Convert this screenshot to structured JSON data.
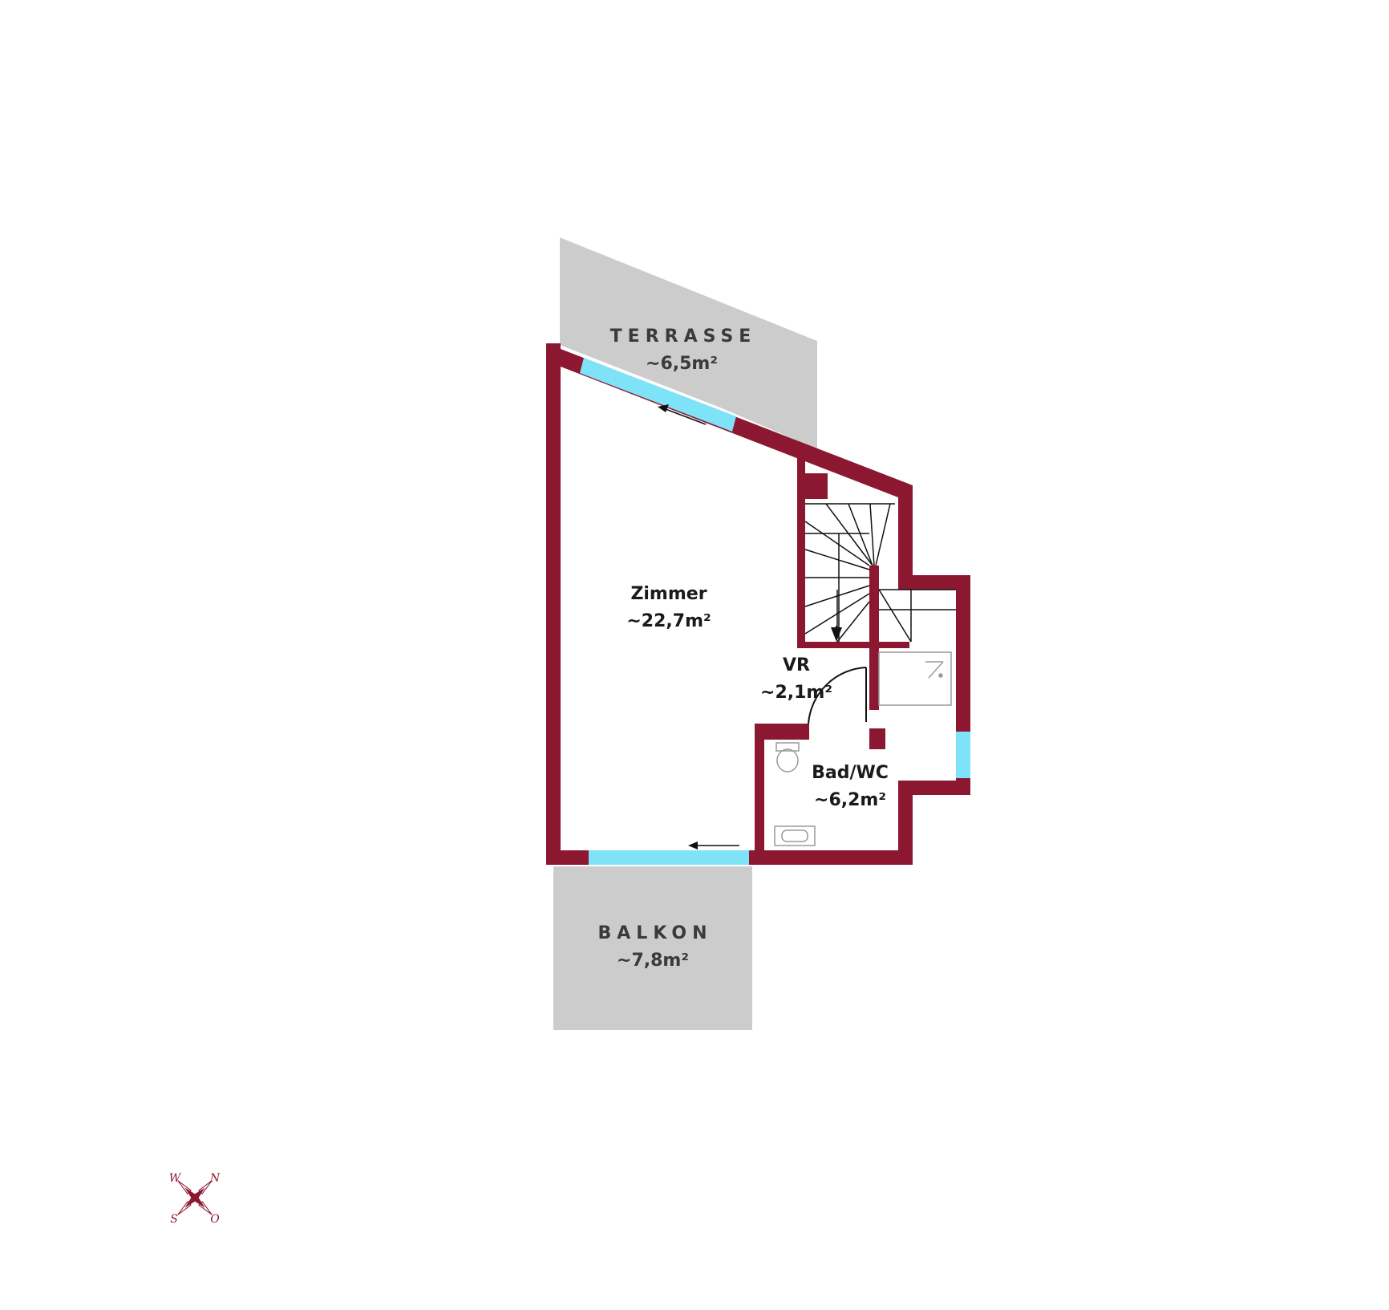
{
  "colors": {
    "wall": "#8c1730",
    "window": "#7fe3f7",
    "outdoor": "#cccccc",
    "background": "#ffffff",
    "text": "#1a1a1a",
    "outdoor_text": "#3a3a3a",
    "compass": "#8c1730"
  },
  "outdoor": {
    "terrasse": {
      "name": "TERRASSE",
      "area": "~6,5m²"
    },
    "balkon": {
      "name": "BALKON",
      "area": "~7,8m²"
    }
  },
  "rooms": {
    "zimmer": {
      "name": "Zimmer",
      "area": "~22,7m²"
    },
    "vr": {
      "name": "VR",
      "area": "~2,1m²"
    },
    "bad": {
      "name": "Bad/WC",
      "area": "~6,2m²"
    }
  },
  "compass": {
    "n": "N",
    "o": "O",
    "s": "S",
    "w": "W",
    "icon": "compass-rose-icon"
  }
}
